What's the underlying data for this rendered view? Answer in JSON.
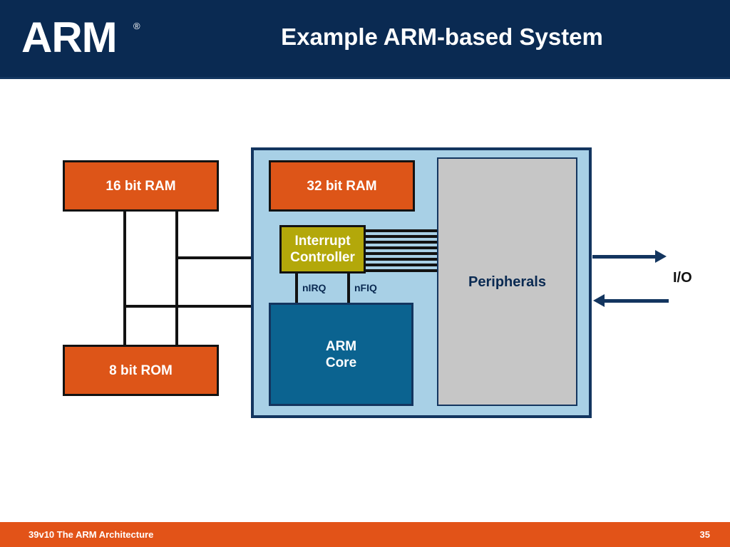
{
  "header": {
    "logo": "ARM",
    "logo_trademark": "®",
    "title": "Example ARM-based System"
  },
  "footer": {
    "text": "39v10 The ARM Architecture",
    "page_number": "35"
  },
  "diagram": {
    "external_memory": [
      {
        "label": "16 bit RAM"
      },
      {
        "label": "8 bit ROM"
      }
    ],
    "soc": {
      "internal_memory": {
        "label": "32 bit RAM"
      },
      "interrupt_controller": {
        "line1": "Interrupt",
        "line2": "Controller"
      },
      "core": {
        "line1": "ARM",
        "line2": "Core"
      },
      "peripherals": {
        "label": "Peripherals"
      },
      "signals": [
        {
          "label": "nIRQ"
        },
        {
          "label": "nFIQ"
        }
      ],
      "interrupt_line_count": 8
    },
    "io": {
      "label": "I/O",
      "out_arrow": "arrow-right-icon",
      "in_arrow": "arrow-left-icon"
    }
  },
  "colors": {
    "header_navy": "#0a2a52",
    "footer_orange": "#e25318",
    "memory_orange": "#dd5518",
    "soc_light_blue": "#a8d0e6",
    "soc_border_navy": "#13355f",
    "interrupt_olive": "#b3a80a",
    "core_teal": "#0b6390",
    "peripherals_gray": "#c6c6c6",
    "wire_black": "#121212"
  }
}
